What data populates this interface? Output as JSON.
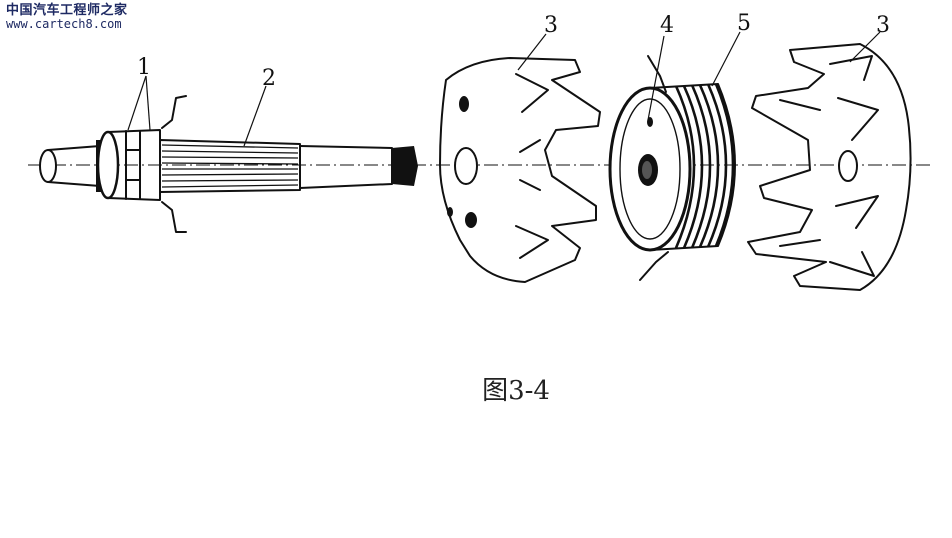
{
  "watermark": {
    "site_name": "中国汽车工程师之家",
    "url": "www.cartech8.com"
  },
  "callouts": [
    "1",
    "2",
    "3",
    "4",
    "5",
    "3"
  ],
  "caption": "图3-4"
}
